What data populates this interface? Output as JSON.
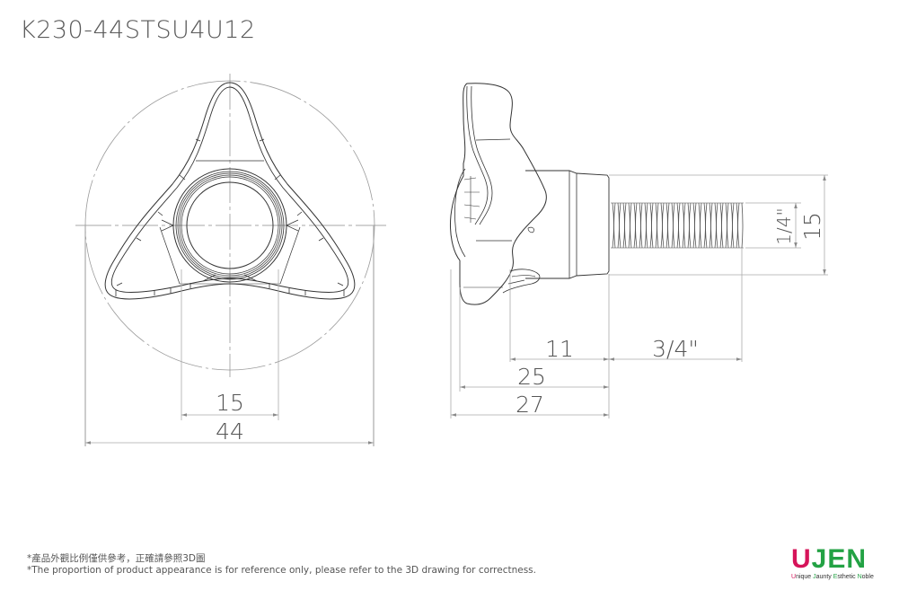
{
  "title": "K230-44STSU4U12",
  "front_view": {
    "dimensions": {
      "inner_width": "15",
      "overall_width": "44"
    }
  },
  "side_view": {
    "dimensions": {
      "hub_length": "11",
      "thread_length": "3/4\"",
      "knob_to_hub": "25",
      "overall_length": "27",
      "thread_size": "1/4\"",
      "collar_diameter": "15"
    }
  },
  "notes": {
    "chinese": "*產品外觀比例僅供參考，正確請參照3D圖",
    "english": "*The proportion of product appearance is for reference only, please refer to the 3D drawing for correctness."
  },
  "logo": {
    "letter_u": "U",
    "letters_rest": "JEN",
    "tagline_u": "U",
    "tagline_1": "nique ",
    "tagline_j": "J",
    "tagline_2": "aunty ",
    "tagline_e": "E",
    "tagline_3": "sthetic ",
    "tagline_n": "N",
    "tagline_4": "oble",
    "colors": {
      "red": "#d6145a",
      "green": "#23a244"
    }
  }
}
